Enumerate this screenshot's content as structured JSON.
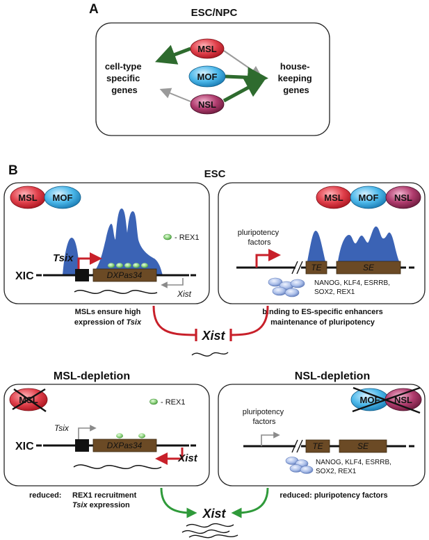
{
  "panel_a": {
    "letter": "A",
    "title": "ESC/NPC",
    "left_label": [
      "cell-type",
      "specific",
      "genes"
    ],
    "right_label": [
      "house-",
      "keeping",
      "genes"
    ],
    "complexes": {
      "msl": "MSL",
      "mof": "MOF",
      "nsl": "NSL"
    }
  },
  "panel_b": {
    "letter": "B",
    "esc_title": "ESC",
    "esc_left": {
      "badges": [
        "MSL",
        "MOF"
      ],
      "rex1_legend": "- REX1",
      "tsix": "Tsix",
      "xic": "XIC",
      "dxpas34": "DXPas34",
      "xist": "Xist",
      "caption_line1": "MSLs ensure high",
      "caption_line2_prefix": "expression of ",
      "caption_line2_ital": "Tsix"
    },
    "esc_right": {
      "badges": [
        "MSL",
        "MOF",
        "NSL"
      ],
      "pluri_label": [
        "pluripotency",
        "factors"
      ],
      "te": "TE",
      "se": "SE",
      "factors": [
        "NANOG, KLF4, ESRRB,",
        "SOX2, REX1"
      ],
      "caption_line1": "binding to ES-specific enhancers",
      "caption_line2": "maintenance of pluripotency"
    },
    "xist_center": "Xist",
    "msl_depletion": {
      "title": "MSL-depletion",
      "badge": "MSL",
      "rex1_legend": "- REX1",
      "tsix": "Tsix",
      "xic": "XIC",
      "dxpas34": "DXPas34",
      "xist": "Xist",
      "caption_reduced": "reduced:",
      "caption_line1": "REX1 recruitment",
      "caption_line2_ital": "Tsix",
      "caption_line2_rest": " expression"
    },
    "nsl_depletion": {
      "title": "NSL-depletion",
      "badges": [
        "MOF",
        "NSL"
      ],
      "pluri_label": [
        "pluripotency",
        "factors"
      ],
      "te": "TE",
      "se": "SE",
      "factors": [
        "NANOG, KLF4, ESRRB,",
        "SOX2, REX1"
      ],
      "caption": "reduced: pluripotency factors"
    },
    "xist_bottom": "Xist"
  },
  "colors": {
    "msl": "#d8303c",
    "mof": "#3aa9df",
    "nsl": "#9a2a5a",
    "green_arrow": "#2e6b2e",
    "gray_arrow": "#9a9a9a",
    "inhibit": "#c8202a",
    "activate": "#2f9a3a",
    "peak_blue": "#3b63b5",
    "gene_box": "#6b4a25",
    "rex1_green": "#7cc46a"
  }
}
